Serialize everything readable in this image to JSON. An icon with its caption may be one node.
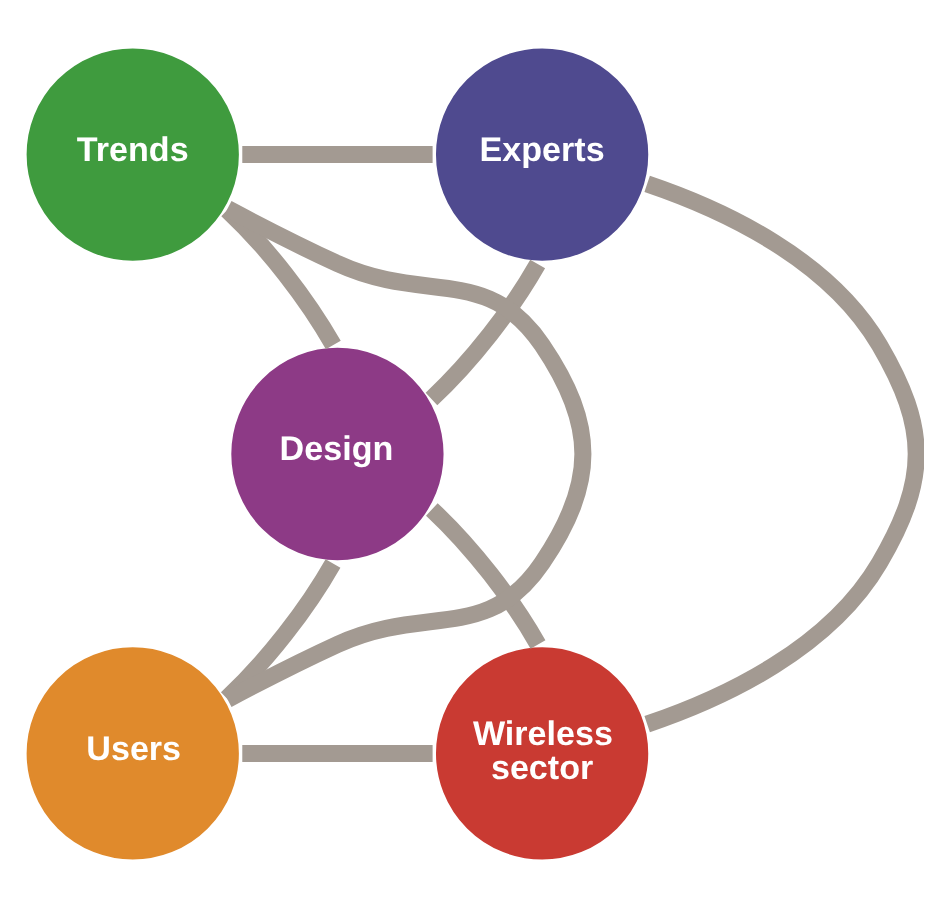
{
  "diagram": {
    "nodes": [
      {
        "text": [
          "Trends"
        ]
      },
      {
        "text": [
          "Experts"
        ]
      },
      {
        "text": [
          "Design"
        ]
      },
      {
        "text": [
          "Users"
        ]
      },
      {
        "text": [
          "Wireless sector"
        ]
      }
    ],
    "edges": [
      {
        "from": 0,
        "to": 1,
        "arrow": "none"
      },
      {
        "from": 1,
        "to": 4,
        "arrow": "none"
      },
      {
        "from": 4,
        "to": 3,
        "arrow": "none"
      },
      {
        "from": 3,
        "to": 0,
        "arrow": "none"
      },
      {
        "from": 2,
        "to": 0,
        "arrow": "none"
      },
      {
        "from": 2,
        "to": 1,
        "arrow": "none"
      },
      {
        "from": 2,
        "to": 3,
        "arrow": "none"
      },
      {
        "from": 2,
        "to": 4,
        "arrow": "none"
      }
    ]
  }
}
